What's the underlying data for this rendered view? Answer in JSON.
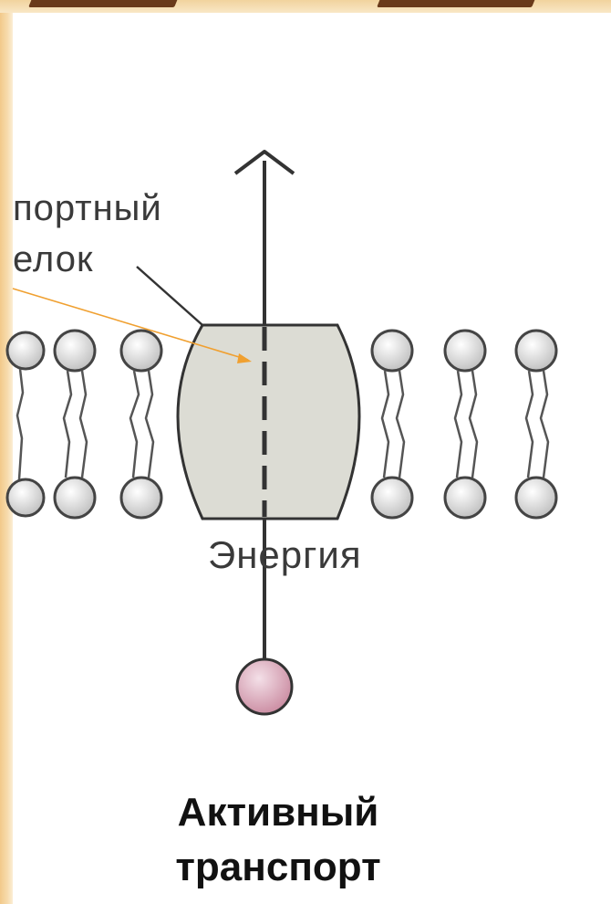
{
  "labels": {
    "protein_line1": "портный",
    "protein_line2": "елок",
    "energy": "Энергия"
  },
  "title": {
    "line1": "Активный",
    "line2": "транспорт"
  },
  "colors": {
    "accent_arrow": "#f0a030",
    "protein_fill": "#dcdcd4",
    "molecule_fill": "#d8a8b8",
    "lipid_head": "#e6e6e6",
    "border_tint": "#f2c98a"
  }
}
